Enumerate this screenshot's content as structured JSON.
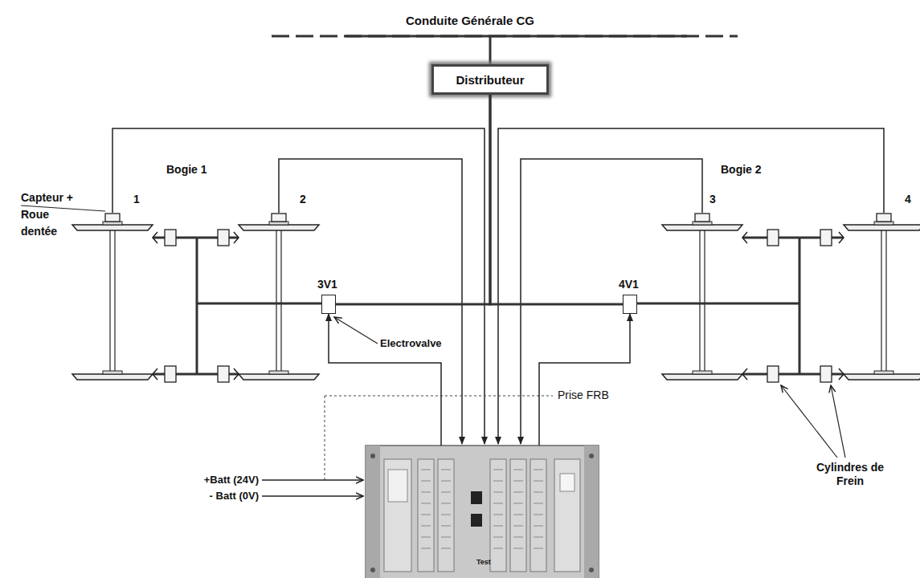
{
  "diagram": {
    "nodes": [
      {
        "text": [
          "Distributeur"
        ]
      },
      {
        "text": [
          "3V1"
        ]
      },
      {
        "text": [
          "4V1"
        ]
      },
      {
        "text": [
          "Test"
        ]
      }
    ],
    "edges": [
      {
        "from": 0,
        "to": 1,
        "arrow": "none"
      },
      {
        "from": 0,
        "to": 2,
        "arrow": "none"
      },
      {
        "from": 3,
        "to": 1,
        "arrow": "to"
      },
      {
        "from": 3,
        "to": 2,
        "arrow": "to"
      }
    ],
    "labels": [
      "Conduite Générale CG",
      "Capteur + Roue dentée",
      "Bogie 1",
      "Bogie 2",
      "1",
      "2",
      "3",
      "4",
      "Electrovalve",
      "Prise FRB",
      "+Batt (24V)",
      "- Batt (0V)",
      "Cylindres de Frein"
    ]
  }
}
